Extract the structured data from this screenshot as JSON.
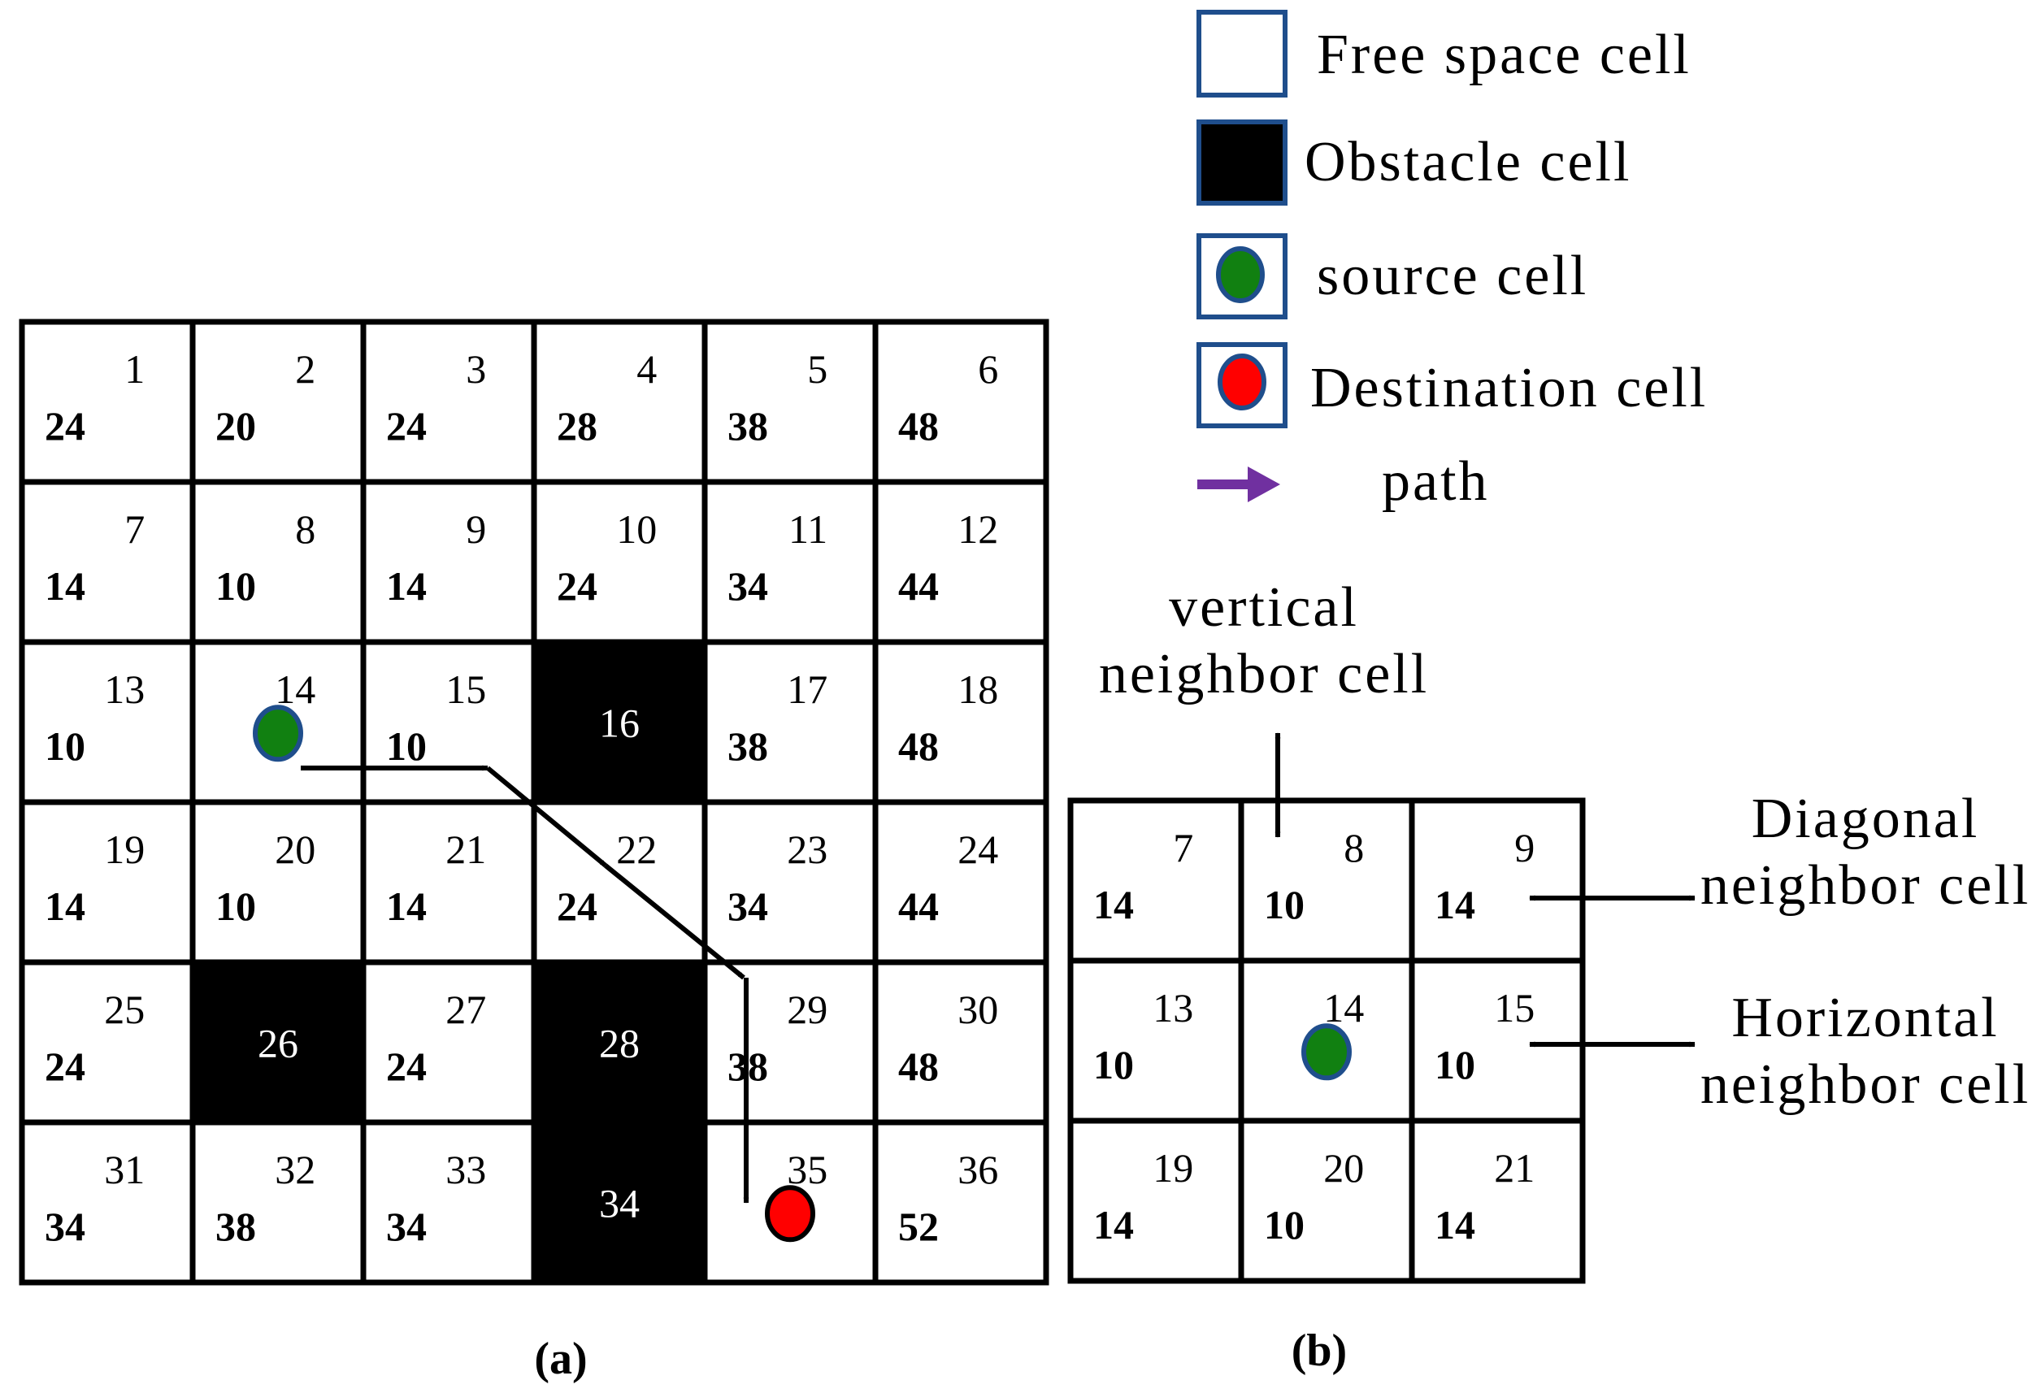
{
  "legend": {
    "free_label": "Free space cell",
    "obstacle_label": "Obstacle cell",
    "source_label": "source cell",
    "destination_label": "Destination cell",
    "path_label": "path",
    "path_color": "#7030a0",
    "border_color": "#1f4e8c"
  },
  "colors": {
    "source": "#118011",
    "destination": "#ff0000",
    "marker_ring": "#1f4e8c",
    "obstacle": "#000000"
  },
  "grid_a": {
    "caption": "(a)",
    "cols": 6,
    "cells": [
      {
        "n": "1",
        "v": "24",
        "obstacle": false
      },
      {
        "n": "2",
        "v": "20",
        "obstacle": false
      },
      {
        "n": "3",
        "v": "24",
        "obstacle": false
      },
      {
        "n": "4",
        "v": "28",
        "obstacle": false
      },
      {
        "n": "5",
        "v": "38",
        "obstacle": false
      },
      {
        "n": "6",
        "v": "48",
        "obstacle": false
      },
      {
        "n": "7",
        "v": "14",
        "obstacle": false
      },
      {
        "n": "8",
        "v": "10",
        "obstacle": false
      },
      {
        "n": "9",
        "v": "14",
        "obstacle": false
      },
      {
        "n": "10",
        "v": "24",
        "obstacle": false
      },
      {
        "n": "11",
        "v": "34",
        "obstacle": false
      },
      {
        "n": "12",
        "v": "44",
        "obstacle": false
      },
      {
        "n": "13",
        "v": "10",
        "obstacle": false
      },
      {
        "n": "14",
        "v": "",
        "obstacle": false,
        "marker": "source"
      },
      {
        "n": "15",
        "v": "10",
        "obstacle": false
      },
      {
        "n": "16",
        "v": "",
        "obstacle": true
      },
      {
        "n": "17",
        "v": "38",
        "obstacle": false
      },
      {
        "n": "18",
        "v": "48",
        "obstacle": false
      },
      {
        "n": "19",
        "v": "14",
        "obstacle": false
      },
      {
        "n": "20",
        "v": "10",
        "obstacle": false
      },
      {
        "n": "21",
        "v": "14",
        "obstacle": false
      },
      {
        "n": "22",
        "v": "24",
        "obstacle": false
      },
      {
        "n": "23",
        "v": "34",
        "obstacle": false
      },
      {
        "n": "24",
        "v": "44",
        "obstacle": false
      },
      {
        "n": "25",
        "v": "24",
        "obstacle": false
      },
      {
        "n": "26",
        "v": "",
        "obstacle": true
      },
      {
        "n": "27",
        "v": "24",
        "obstacle": false
      },
      {
        "n": "28",
        "v": "",
        "obstacle": true
      },
      {
        "n": "29",
        "v": "38",
        "obstacle": false
      },
      {
        "n": "30",
        "v": "48",
        "obstacle": false
      },
      {
        "n": "31",
        "v": "34",
        "obstacle": false
      },
      {
        "n": "32",
        "v": "38",
        "obstacle": false
      },
      {
        "n": "33",
        "v": "34",
        "obstacle": false
      },
      {
        "n": "34",
        "v": "",
        "obstacle": true
      },
      {
        "n": "35",
        "v": "",
        "obstacle": false,
        "marker": "destination"
      },
      {
        "n": "36",
        "v": "52",
        "obstacle": false
      }
    ],
    "path_cells": [
      "14",
      "15",
      "22",
      "29",
      "35"
    ]
  },
  "grid_b": {
    "caption": "(b)",
    "cols": 3,
    "cells": [
      {
        "n": "7",
        "v": "14"
      },
      {
        "n": "8",
        "v": "10"
      },
      {
        "n": "9",
        "v": "14"
      },
      {
        "n": "13",
        "v": "10"
      },
      {
        "n": "14",
        "v": "",
        "marker": "source"
      },
      {
        "n": "15",
        "v": "10"
      },
      {
        "n": "19",
        "v": "14"
      },
      {
        "n": "20",
        "v": "10"
      },
      {
        "n": "21",
        "v": "14"
      }
    ],
    "vertical_label": [
      "vertical",
      "neighbor cell"
    ],
    "diagonal_label": [
      "Diagonal",
      "neighbor cell"
    ],
    "horizontal_label": [
      "Horizontal",
      "neighbor cell"
    ]
  }
}
